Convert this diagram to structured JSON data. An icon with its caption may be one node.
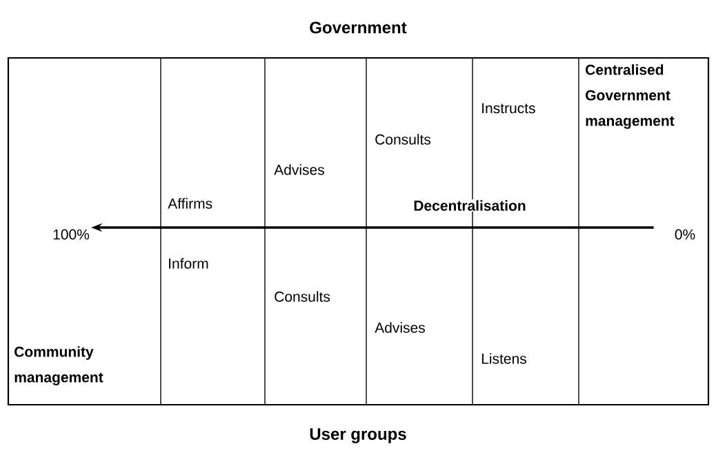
{
  "diagram": {
    "title": "Government",
    "nodes": [
      {
        "text": [
          "100%"
        ]
      },
      {
        "text": [
          "0%"
        ]
      }
    ],
    "edges": [
      {
        "from": 1,
        "to": 0,
        "arrow": "to",
        "label": "Decentralisation"
      }
    ],
    "labels": [
      "Centralised Government management",
      "Instructs",
      "Consults",
      "Advises",
      "Affirms",
      "Inform",
      "Consults",
      "Advises",
      "Community management",
      "Listens",
      "User groups"
    ]
  }
}
